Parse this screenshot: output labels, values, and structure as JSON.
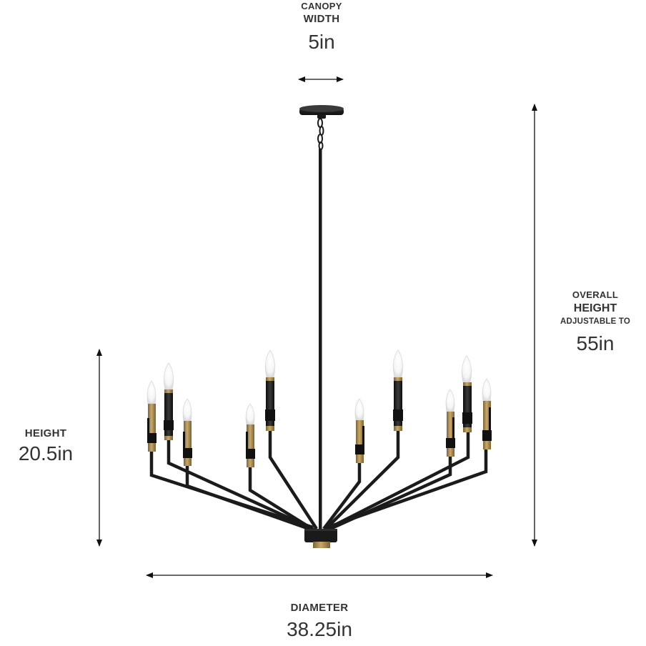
{
  "dimensions": {
    "canopy_width": {
      "line1": "CANOPY",
      "line2": "WIDTH",
      "value": "5in"
    },
    "overall_height": {
      "line1": "OVERALL",
      "line2": "HEIGHT",
      "line3": "ADJUSTABLE TO",
      "value": "55in"
    },
    "height": {
      "label": "HEIGHT",
      "value": "20.5in"
    },
    "diameter": {
      "label": "DIAMETER",
      "value": "38.25in"
    }
  },
  "product": {
    "type": "10-light chandelier",
    "finish_colors": {
      "body": "#1c1c1c",
      "accent_brass": "#a88a52",
      "bulb": "#f4f4f4"
    }
  },
  "icons": [
    "double-arrow-horizontal",
    "double-arrow-vertical"
  ]
}
